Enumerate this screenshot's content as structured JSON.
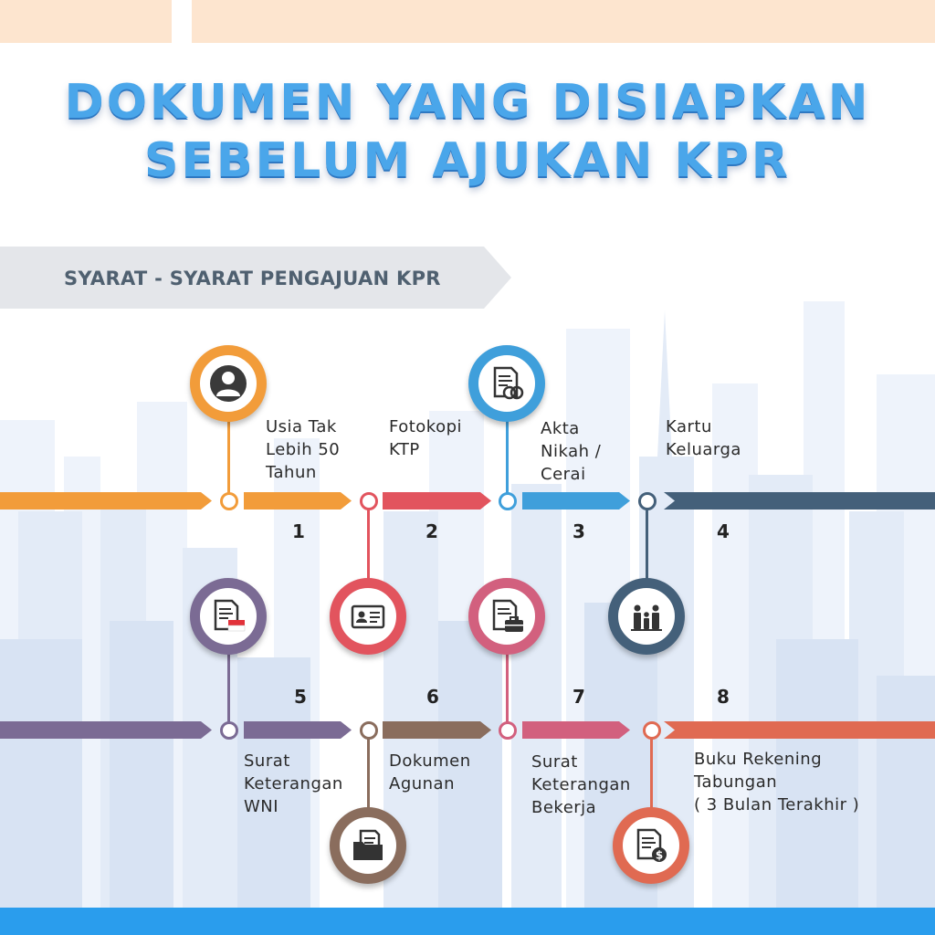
{
  "title": {
    "line1": "DOKUMEN YANG DISIAPKAN",
    "line2": "SEBELUM AJUKAN KPR"
  },
  "banner": {
    "label": "SYARAT - SYARAT PENGAJUAN KPR"
  },
  "colors": {
    "title": "#4aa6ea",
    "footer": "#2a9ded",
    "topbar": "#fde5cf"
  },
  "steps": [
    {
      "number": "1",
      "label": "Usia Tak\nLebih 50\nTahun",
      "icon": "person-icon",
      "color": "#f29c3a"
    },
    {
      "number": "2",
      "label": "Fotokopi\nKTP",
      "icon": "id-card-icon",
      "color": "#e2545e"
    },
    {
      "number": "3",
      "label": "Akta\nNikah /\nCerai",
      "icon": "marriage-certificate-icon",
      "color": "#3f9fdb"
    },
    {
      "number": "4",
      "label": "Kartu\nKeluarga",
      "icon": "family-icon",
      "color": "#44607a"
    },
    {
      "number": "5",
      "label": "Surat\nKeterangan\nWNI",
      "icon": "citizenship-document-icon",
      "color": "#7b6b94"
    },
    {
      "number": "6",
      "label": "Dokumen\nAgunan",
      "icon": "folder-document-icon",
      "color": "#8a6d5d"
    },
    {
      "number": "7",
      "label": "Surat\nKeterangan\nBekerja",
      "icon": "employment-document-icon",
      "color": "#d2607e"
    },
    {
      "number": "8",
      "label": "Buku Rekening\nTabungan\n( 3 Bulan Terakhir )",
      "icon": "bank-statement-icon",
      "color": "#e06a52"
    }
  ]
}
